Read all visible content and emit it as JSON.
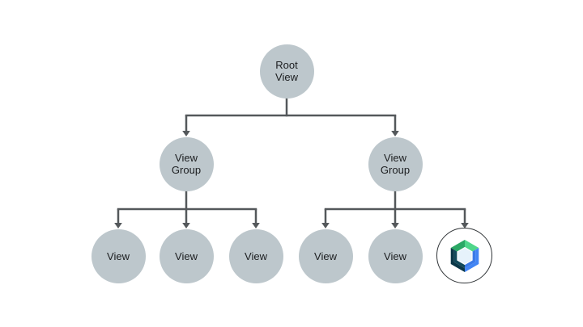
{
  "diagram": {
    "type": "tree",
    "background": "#ffffff",
    "colors": {
      "node_fill": "#BDC7CC",
      "line": "#54585B",
      "text": "#1C1E20",
      "compose_ring": "#303437",
      "compose_green_light": "#4FD68A",
      "compose_green_dark": "#2BA865",
      "compose_blue": "#4285F4",
      "compose_blue_dark": "#3B7AE8",
      "compose_navy": "#0B3748",
      "compose_navy_light": "#11495A",
      "compose_hole": "#E6F2FB"
    },
    "nodes": {
      "root": {
        "label": "Root\nView"
      },
      "group_left": {
        "label": "View\nGroup"
      },
      "group_right": {
        "label": "View\nGroup"
      },
      "view_1": {
        "label": "View"
      },
      "view_2": {
        "label": "View"
      },
      "view_3": {
        "label": "View"
      },
      "view_4": {
        "label": "View"
      },
      "view_5": {
        "label": "View"
      },
      "compose": {
        "label": "",
        "icon": "jetpack-compose-logo"
      }
    },
    "edges": [
      {
        "from": "root",
        "to": "group_left"
      },
      {
        "from": "root",
        "to": "group_right"
      },
      {
        "from": "group_left",
        "to": "view_1"
      },
      {
        "from": "group_left",
        "to": "view_2"
      },
      {
        "from": "group_left",
        "to": "view_3"
      },
      {
        "from": "group_right",
        "to": "view_4"
      },
      {
        "from": "group_right",
        "to": "view_5"
      },
      {
        "from": "group_right",
        "to": "compose"
      }
    ]
  }
}
